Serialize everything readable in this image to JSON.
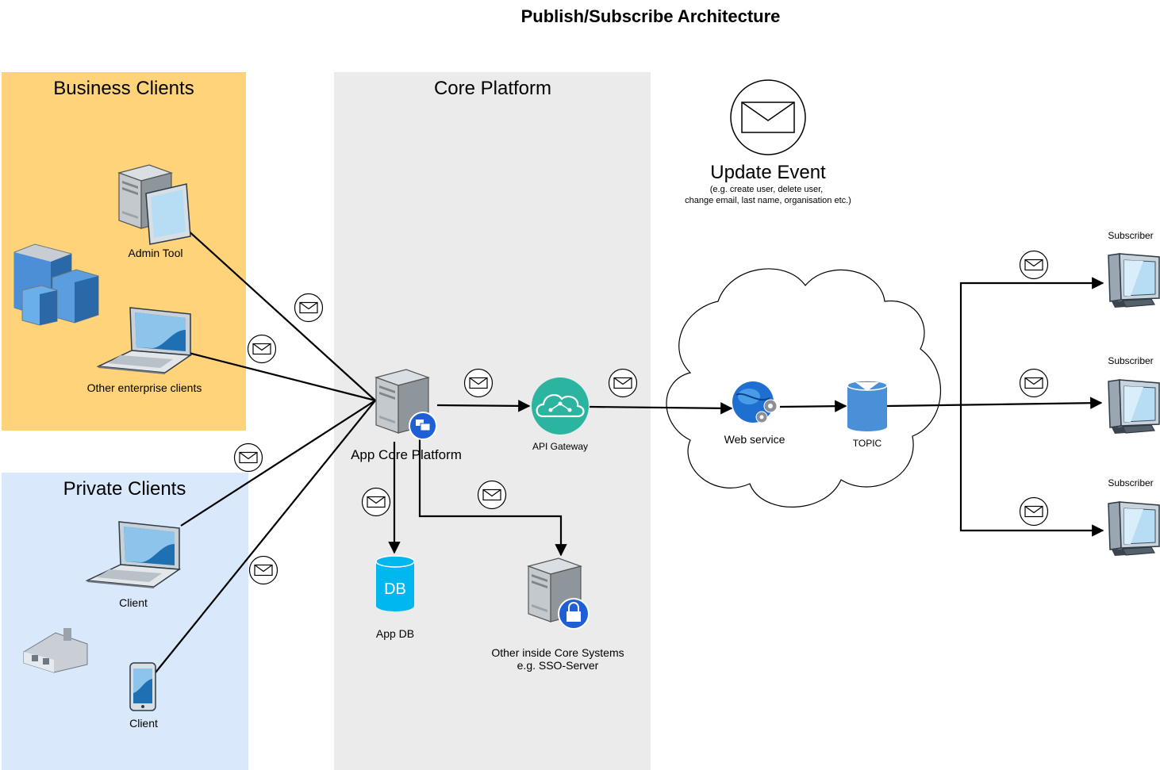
{
  "title": "Publish/Subscribe Architecture",
  "zones": {
    "business": "Business Clients",
    "core": "Core Platform",
    "private": "Private Clients"
  },
  "nodes": {
    "admin_tool": "Admin Tool",
    "enterprise_clients": "Other enterprise clients",
    "client_laptop": "Client",
    "client_phone": "Client",
    "app_core": "App Core Platform",
    "api_gateway": "API Gateway",
    "app_db": "App DB",
    "db_glyph": "DB",
    "other_systems_line1": "Other inside Core Systems",
    "other_systems_line2": "e.g. SSO-Server",
    "web_service": "Web service",
    "topic": "TOPIC",
    "subscriber_1": "Subscriber",
    "subscriber_2": "Subscriber",
    "subscriber_3": "Subscriber"
  },
  "event": {
    "label": "Update Event",
    "note_line1": "(e.g. create user, delete user,",
    "note_line2": "change email, last name, organisation etc.)"
  },
  "colors": {
    "business_zone": "#FFD37A",
    "core_zone": "#EBEBEB",
    "private_zone": "#DAE8FC",
    "api_gateway": "#2BB5A0",
    "database": "#00B7F0",
    "topic": "#4A90D9"
  },
  "icons": [
    "envelope-icon",
    "server-icon",
    "laptop-icon",
    "phone-icon",
    "buildings-icon",
    "house-icon",
    "database-icon",
    "cloud-icon",
    "globe-gear-icon",
    "monitor-icon",
    "lock-icon"
  ]
}
